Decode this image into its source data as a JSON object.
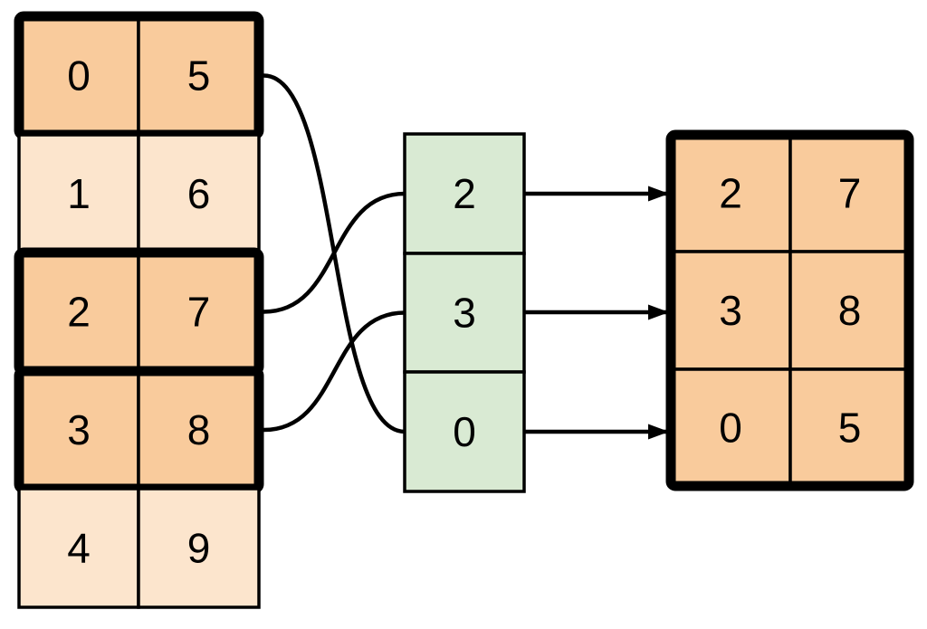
{
  "source_table": {
    "rows": [
      {
        "cells": [
          "0",
          "5"
        ],
        "highlighted": true
      },
      {
        "cells": [
          "1",
          "6"
        ],
        "highlighted": false
      },
      {
        "cells": [
          "2",
          "7"
        ],
        "highlighted": true
      },
      {
        "cells": [
          "3",
          "8"
        ],
        "highlighted": true
      },
      {
        "cells": [
          "4",
          "9"
        ],
        "highlighted": false
      }
    ]
  },
  "index_column": {
    "values": [
      "2",
      "3",
      "0"
    ]
  },
  "result_table": {
    "rows": [
      {
        "cells": [
          "2",
          "7"
        ]
      },
      {
        "cells": [
          "3",
          "8"
        ]
      },
      {
        "cells": [
          "0",
          "5"
        ]
      }
    ]
  },
  "connections": {
    "curves_source_to_index": [
      {
        "source_row_values": [
          "0",
          "5"
        ],
        "index_value": "0"
      },
      {
        "source_row_values": [
          "2",
          "7"
        ],
        "index_value": "2"
      },
      {
        "source_row_values": [
          "3",
          "8"
        ],
        "index_value": "3"
      }
    ],
    "arrows_index_to_result": [
      {
        "index_value": "2",
        "result_row_values": [
          "2",
          "7"
        ]
      },
      {
        "index_value": "3",
        "result_row_values": [
          "3",
          "8"
        ]
      },
      {
        "index_value": "0",
        "result_row_values": [
          "0",
          "5"
        ]
      }
    ]
  },
  "colors": {
    "highlight_fill": "#f9cb9c",
    "muted_fill": "#fce5cd",
    "index_fill": "#d9ead3",
    "line": "#000000",
    "background": "#ffffff"
  }
}
